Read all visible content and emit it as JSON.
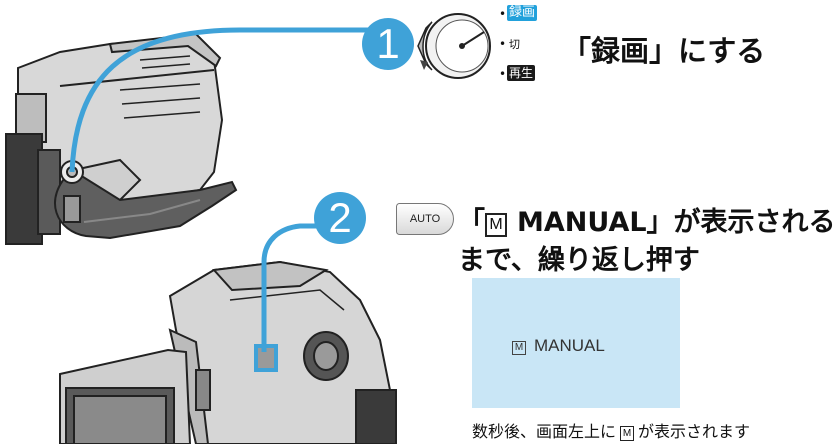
{
  "step1": {
    "number": "1",
    "dial_rec_label": "録画",
    "dial_off_label": "切",
    "dial_play_label": "再生",
    "instruction": "「録画」にする"
  },
  "step2": {
    "number": "2",
    "button_label": "AUTO",
    "instruction_line1_prefix": "「",
    "instruction_line1_mode": "M",
    "instruction_line1_suffix": "MANUAL」が表示される",
    "instruction_line2": "まで、繰り返し押す"
  },
  "screen": {
    "mode_icon": "M",
    "mode_text": "MANUAL"
  },
  "caption": {
    "before": "数秒後、画面左上に",
    "icon": "M",
    "after": "が表示されます"
  },
  "colors": {
    "step_badge": "#3fa2d8",
    "rec_tag": "#22a1db",
    "screen_bg": "#c9e6f6"
  }
}
